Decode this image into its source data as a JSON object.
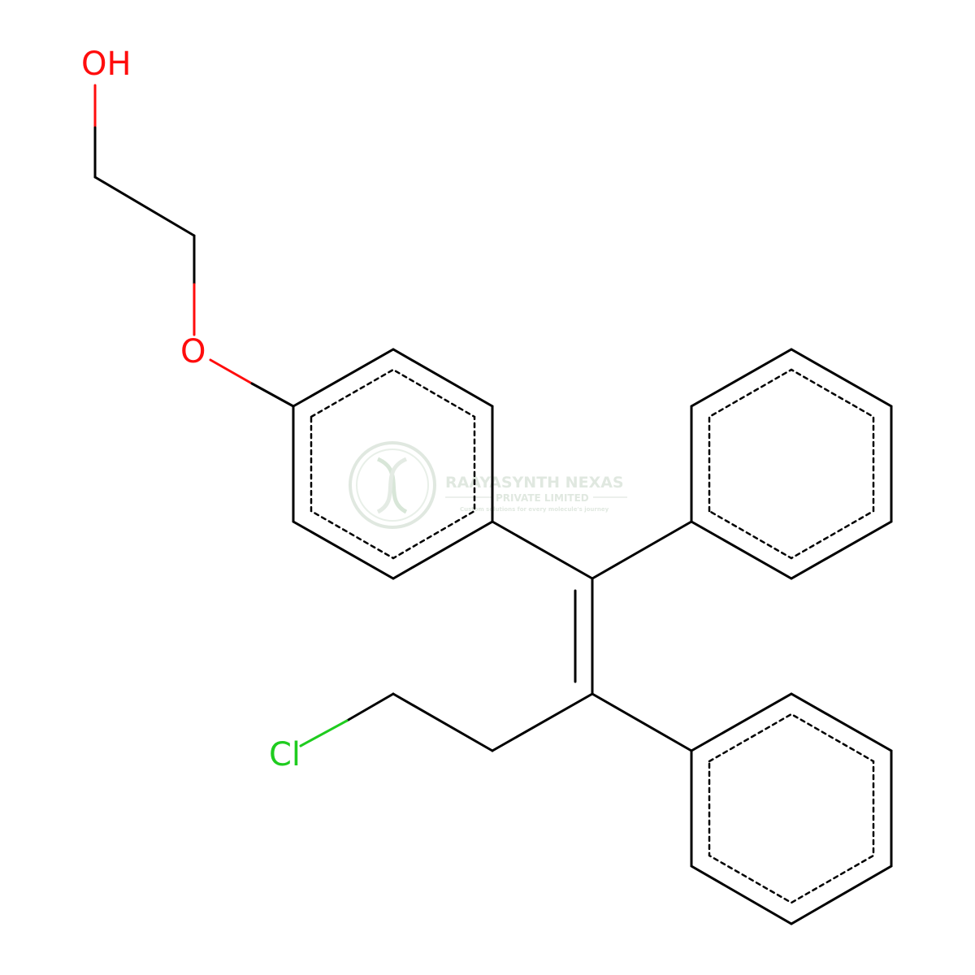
{
  "molecule": {
    "atoms": {
      "oh": {
        "text": "OH",
        "color": "#ff0d0d"
      },
      "ether_o": {
        "text": "O",
        "color": "#ff0d0d"
      },
      "cl": {
        "text": "Cl",
        "color": "#1fcc1f"
      }
    },
    "bond_color": "#000000"
  },
  "watermark": {
    "company": "RAAYASYNTH NEXAS",
    "subtitle": "PRIVATE LIMITED",
    "tagline": "Custom solutions for every molecule's journey",
    "color": "#c8d6c8"
  }
}
